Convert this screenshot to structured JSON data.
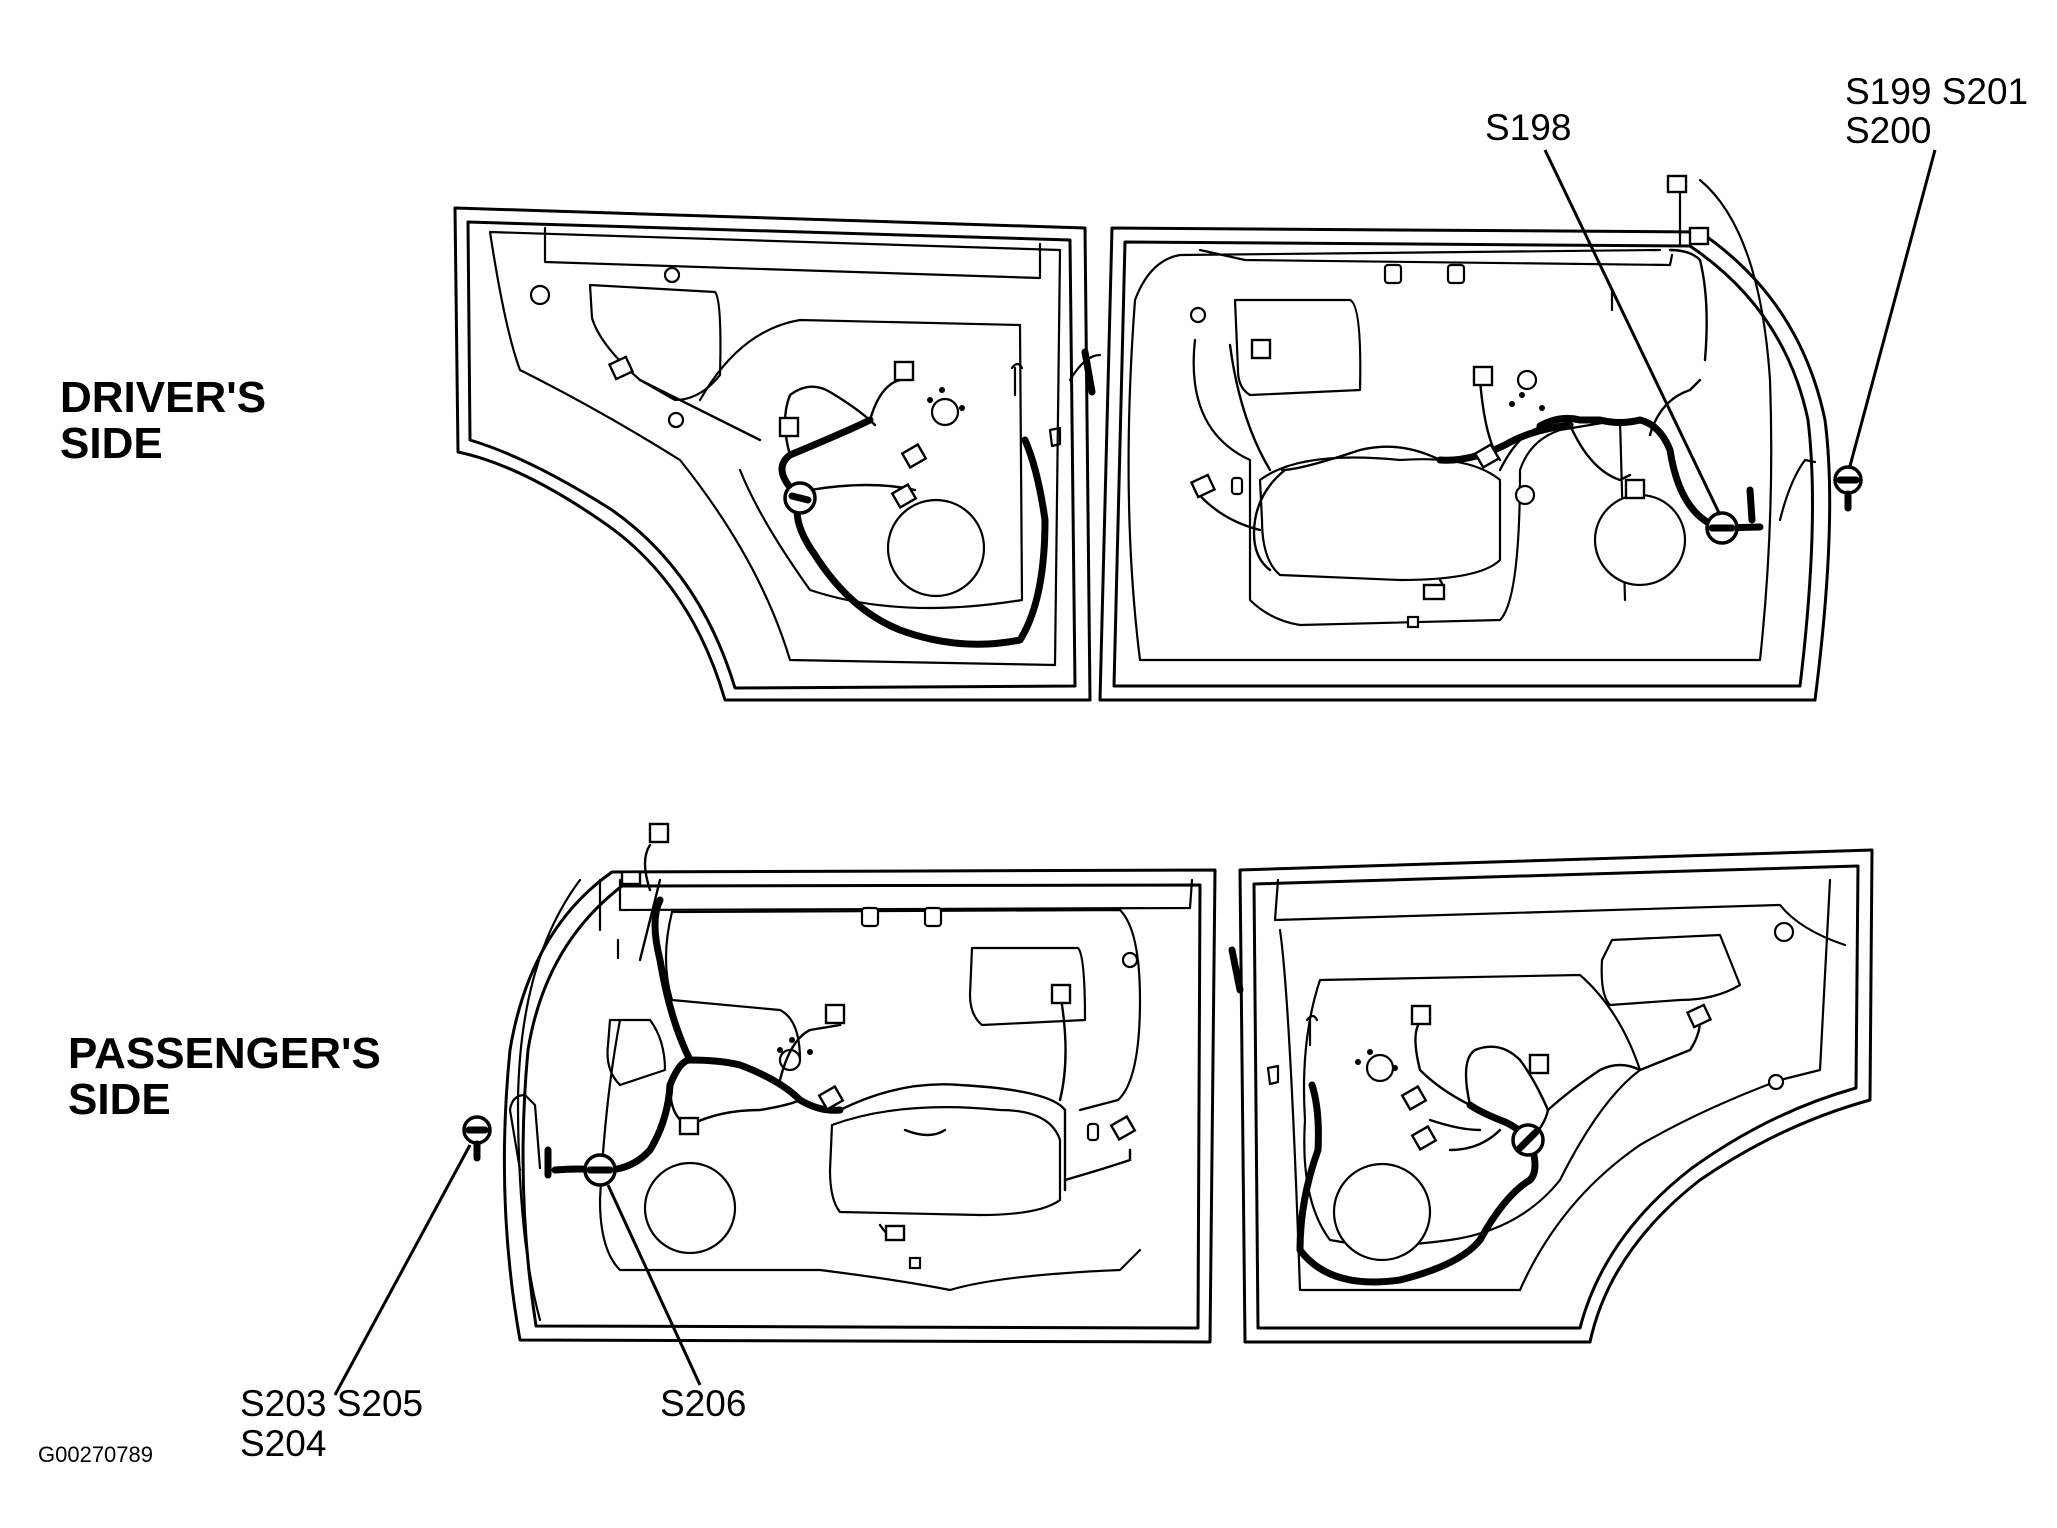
{
  "figure_id": "G00270789",
  "sections": [
    {
      "name": "drivers-side",
      "label_line1": "DRIVER'S",
      "label_line2": "SIDE"
    },
    {
      "name": "passengers-side",
      "label_line1": "PASSENGER'S",
      "label_line2": "SIDE"
    }
  ],
  "callouts": {
    "s198": "S198",
    "s199_s201": "S199 S201",
    "s200": "S200",
    "s203_s205": "S203 S205",
    "s204": "S204",
    "s206": "S206"
  }
}
